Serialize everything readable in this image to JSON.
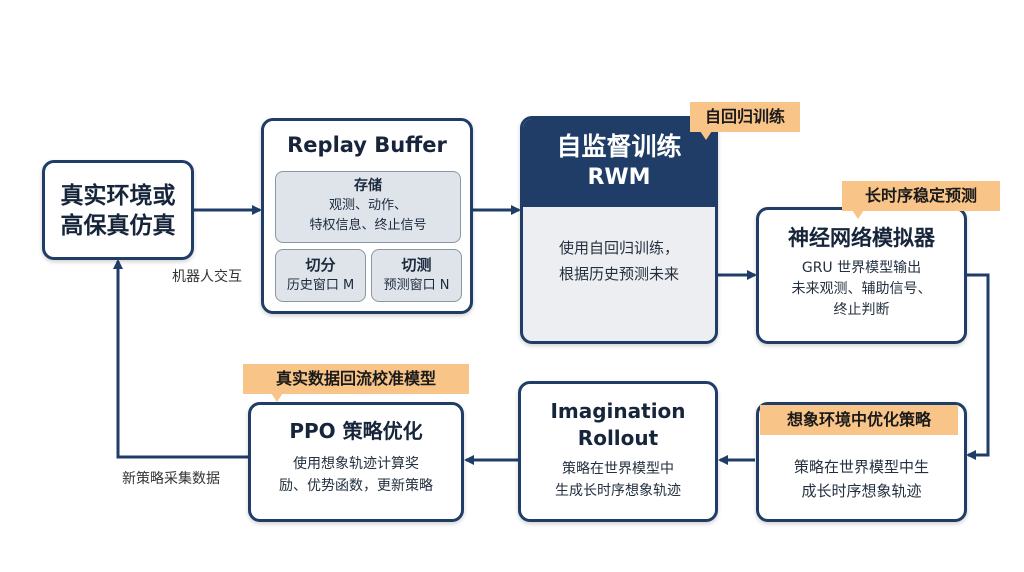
{
  "nodes": {
    "real_env": {
      "title_line1": "真实环境或",
      "title_line2": "高保真仿真"
    },
    "replay_buffer": {
      "title": "Replay Buffer",
      "storage": {
        "title": "存储",
        "line1": "观测、动作、",
        "line2": "特权信息、终止信号"
      },
      "slice": {
        "title": "切分",
        "text": "历史窗口 M"
      },
      "cut": {
        "title": "切测",
        "text": "预测窗口 N"
      }
    },
    "rwm": {
      "title_line1": "自监督训练",
      "title_line2": "RWM",
      "text_line1": "使用自回归训练，",
      "text_line2": "根据历史预测未来"
    },
    "neural_sim": {
      "title": "神经网络模拟器",
      "text_line1": "GRU 世界模型输出",
      "text_line2": "未来观测、辅助信号、",
      "text_line3": "终止判断"
    },
    "imagine_opt": {
      "text_line1": "策略在世界模型中生",
      "text_line2": "成长时序想象轨迹"
    },
    "imagination_rollout": {
      "title_line1": "Imagination",
      "title_line2": "Rollout",
      "text_line1": "策略在世界模型中",
      "text_line2": "生成长时序想象轨迹"
    },
    "ppo": {
      "title": "PPO 策略优化",
      "text_line1": "使用想象轨迹计算奖",
      "text_line2": "励、优势函数，更新策略"
    }
  },
  "tags": {
    "autoregressive": "自回归训练",
    "long_horizon": "长时序稳定预测",
    "imagine_env": "想象环境中优化策略",
    "real_data": "真实数据回流校准模型"
  },
  "edge_labels": {
    "robot_interaction": "机器人交互",
    "new_policy_collect": "新策略采集数据"
  },
  "colors": {
    "border": "#1f3d66",
    "rwm_header": "#1f3d66",
    "tag": "#f8c488",
    "inner_box": "#dfe4ea",
    "arrow": "#1f3d66"
  }
}
